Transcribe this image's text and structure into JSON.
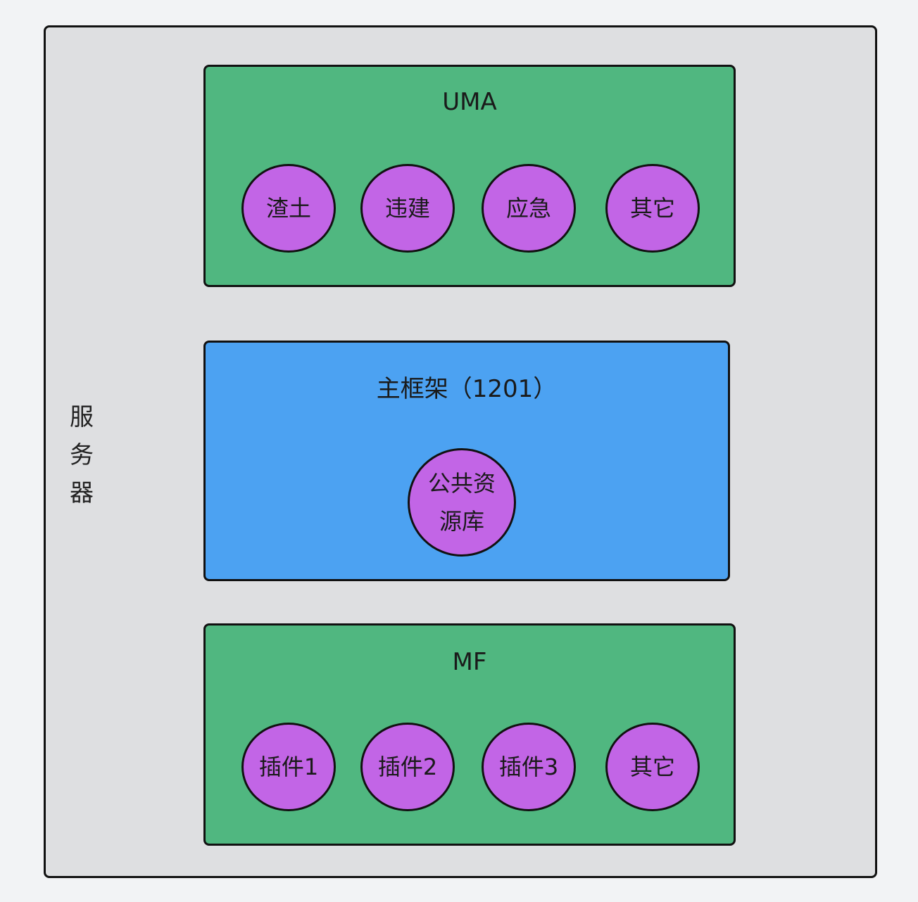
{
  "server": {
    "label": "服\n务\n器"
  },
  "uma": {
    "title": "UMA",
    "items": [
      "渣土",
      "违建",
      "应急",
      "其它"
    ]
  },
  "main_frame": {
    "title": "主框架（1201）",
    "items": [
      "公共资源库"
    ]
  },
  "mf": {
    "title": "MF",
    "items": [
      "插件1",
      "插件2",
      "插件3",
      "其它"
    ]
  },
  "colors": {
    "background": "#f2f3f5",
    "server_fill": "#dedfe1",
    "module_green": "#50b780",
    "frame_blue": "#4ca2f2",
    "node_purple": "#c265e6",
    "stroke": "#111111"
  }
}
